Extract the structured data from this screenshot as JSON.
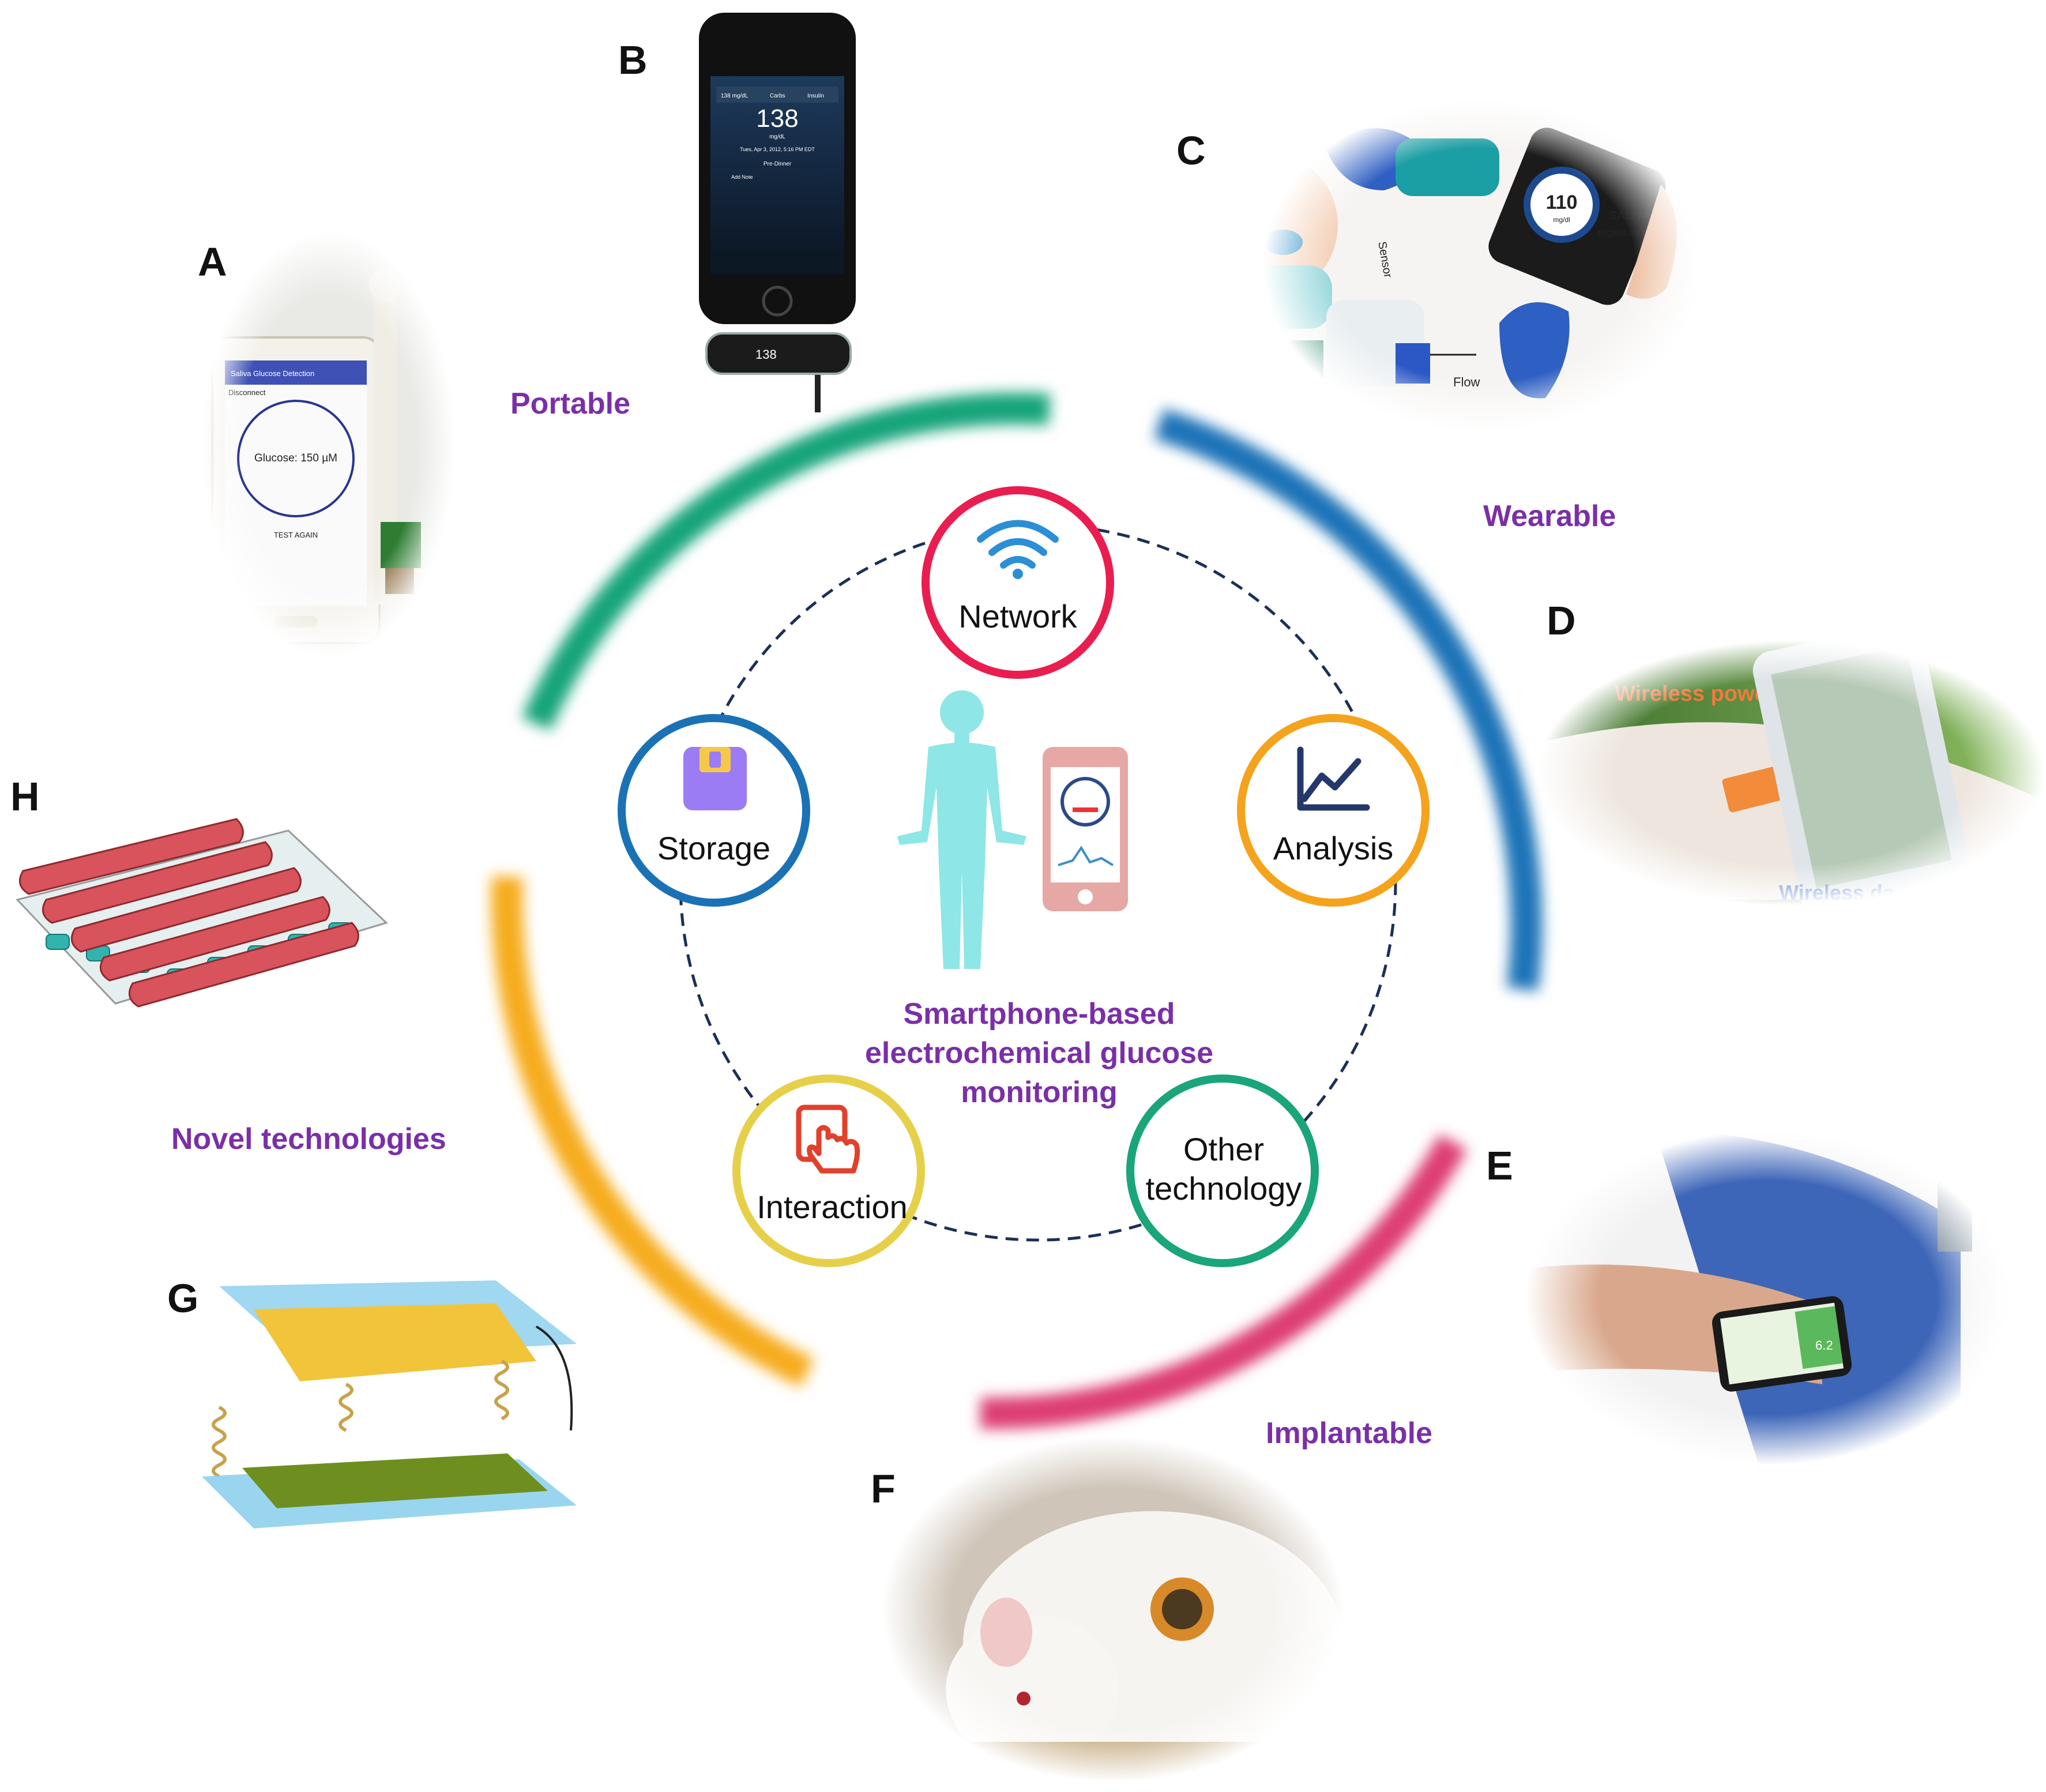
{
  "panels": {
    "a": "A",
    "b": "B",
    "c": "C",
    "d": "D",
    "e": "E",
    "f": "F",
    "g": "G",
    "h": "H"
  },
  "categories": {
    "portable": "Portable",
    "wearable": "Wearable",
    "implantable": "Implantable",
    "novel": "Novel technologies"
  },
  "nodes": {
    "network": "Network",
    "analysis": "Analysis",
    "storage": "Storage",
    "interaction": "Interaction",
    "other_line1": "Other",
    "other_line2": "technology"
  },
  "center_title": {
    "line1": "Smartphone-based",
    "line2": "electrochemical glucose",
    "line3": "monitoring"
  },
  "photos": {
    "a_app_title": "Saliva Glucose Detection",
    "a_status": "Disconnect",
    "a_reading": "Glucose: 150 µM",
    "a_button": "TEST AGAIN",
    "b_value": "138",
    "b_unit": "mg/dL",
    "b_tab1": "138 mg/dL",
    "b_tab2": "Carbs",
    "b_tab3": "Insulin",
    "b_date": "Tues, Apr 3, 2012, 5:16 PM EDT",
    "b_tag": "Pre-Dinner",
    "b_note": "Add Note",
    "b_meter": "138",
    "c_value": "110",
    "c_unit": "mg/dl",
    "c_saliva": "SALIVA",
    "c_biomarkers": "BIOMARKERS",
    "c_sensor": "Sensor",
    "c_flow": "Flow",
    "d_power": "Wireless power",
    "d_data": "Wireless da",
    "e_value": "6.2"
  },
  "colors": {
    "portable": "#16a47a",
    "wearable": "#1a73b8",
    "implantable": "#dd3c73",
    "novel": "#f6ac1d",
    "network": "#e91e4f",
    "analysis": "#f5a21c",
    "storage": "#1a72b5",
    "interaction": "#e6d04a",
    "other": "#1aa57a",
    "label": "#7a2fa8"
  },
  "icons": {
    "network": "wifi-icon",
    "analysis": "line-chart-icon",
    "storage": "floppy-disk-icon",
    "interaction": "touch-hand-icon",
    "center_body": "human-body-icon",
    "center_phone": "smartphone-icon"
  }
}
